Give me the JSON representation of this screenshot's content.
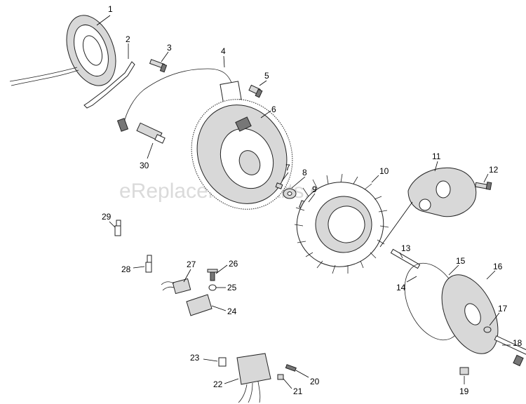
{
  "watermark": "eReplacementParts.com",
  "callouts": [
    {
      "id": "1",
      "label": "1"
    },
    {
      "id": "2",
      "label": "2"
    },
    {
      "id": "3",
      "label": "3"
    },
    {
      "id": "4",
      "label": "4"
    },
    {
      "id": "5",
      "label": "5"
    },
    {
      "id": "6",
      "label": "6"
    },
    {
      "id": "7",
      "label": "7"
    },
    {
      "id": "8",
      "label": "8"
    },
    {
      "id": "9",
      "label": "9"
    },
    {
      "id": "10",
      "label": "10"
    },
    {
      "id": "11",
      "label": "11"
    },
    {
      "id": "12",
      "label": "12"
    },
    {
      "id": "13",
      "label": "13"
    },
    {
      "id": "14",
      "label": "14"
    },
    {
      "id": "15",
      "label": "15"
    },
    {
      "id": "16",
      "label": "16"
    },
    {
      "id": "17",
      "label": "17"
    },
    {
      "id": "18",
      "label": "18"
    },
    {
      "id": "19",
      "label": "19"
    },
    {
      "id": "20",
      "label": "20"
    },
    {
      "id": "21",
      "label": "21"
    },
    {
      "id": "22",
      "label": "22"
    },
    {
      "id": "23",
      "label": "23"
    },
    {
      "id": "24",
      "label": "24"
    },
    {
      "id": "25",
      "label": "25"
    },
    {
      "id": "26",
      "label": "26"
    },
    {
      "id": "27",
      "label": "27"
    },
    {
      "id": "28",
      "label": "28"
    },
    {
      "id": "29",
      "label": "29"
    },
    {
      "id": "30",
      "label": "30"
    }
  ]
}
